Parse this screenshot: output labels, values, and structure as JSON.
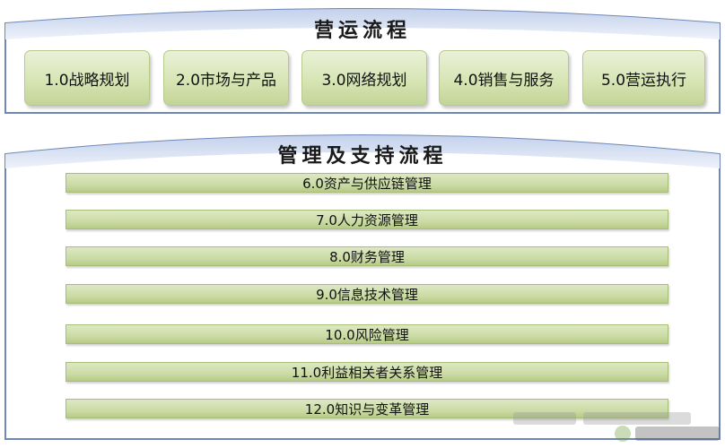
{
  "operation": {
    "title": "营运流程",
    "items": [
      {
        "label": "1.0战略规划"
      },
      {
        "label": "2.0市场与产品"
      },
      {
        "label": "3.0网络规划"
      },
      {
        "label": "4.0销售与服务"
      },
      {
        "label": "5.0营运执行"
      }
    ]
  },
  "support": {
    "title": "管理及支持流程",
    "items": [
      {
        "label": "6.0资产与供应链管理"
      },
      {
        "label": "7.0人力资源管理"
      },
      {
        "label": "8.0财务管理"
      },
      {
        "label": "9.0信息技术管理"
      },
      {
        "label": "10.0风险管理"
      },
      {
        "label": "11.0利益相关者关系管理"
      },
      {
        "label": "12.0知识与变革管理"
      }
    ]
  },
  "colors": {
    "frame_border": "#6f87b6",
    "box_fill": "#d7e5b5",
    "bar_fill": "#cbdca6"
  }
}
